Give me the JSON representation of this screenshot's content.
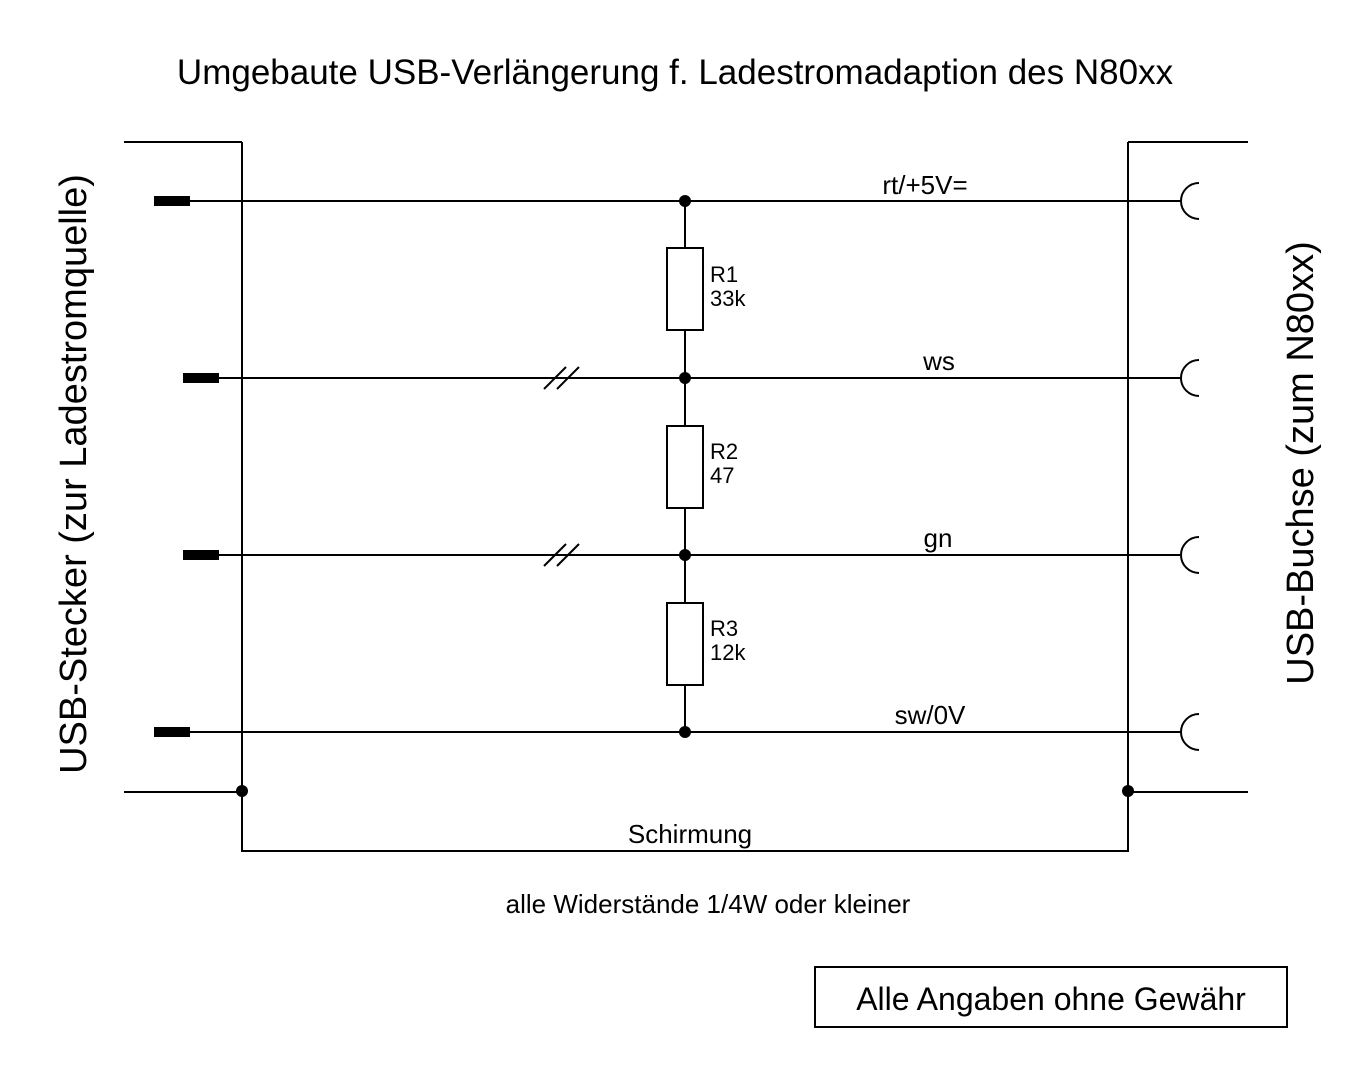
{
  "title": "Umgebaute USB-Verlängerung f. Ladestromadaption des N80xx",
  "left_label": "USB-Stecker (zur Ladestromquelle)",
  "right_label": "USB-Buchse (zum N80xx)",
  "wires": {
    "vbus": "rt/+5V=",
    "data_white": "ws",
    "data_green": "gn",
    "ground": "sw/0V"
  },
  "resistors": [
    {
      "name": "R1",
      "value": "33k"
    },
    {
      "name": "R2",
      "value": "47"
    },
    {
      "name": "R3",
      "value": "12k"
    }
  ],
  "shield_label": "Schirmung",
  "note": "alle Widerstände 1/4W oder kleiner",
  "disclaimer": "Alle Angaben ohne Gewähr"
}
